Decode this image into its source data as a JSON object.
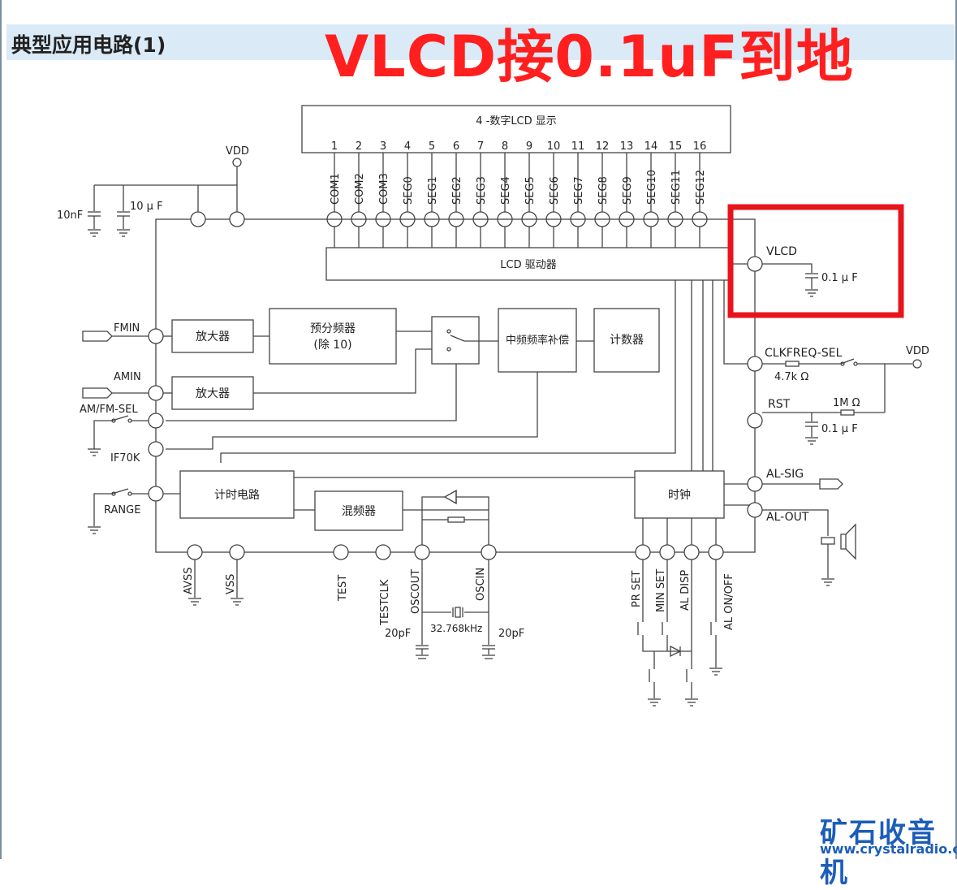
{
  "header": {
    "title": "典型应用电路(1)",
    "annotation": "VLCD接0.1uF到地"
  },
  "watermark": {
    "logo_text": "矿石收音机",
    "url": "www.crystalradio.cn"
  },
  "colors": {
    "annotation": "#ff1f1f",
    "highlight_box": "#e8141c",
    "banner": "#dbeaf7",
    "logo": "#1c5db8"
  },
  "diagram": {
    "lcd_title": "4 -数字LCD 显示",
    "lcd_pin_numbers": [
      "1",
      "2",
      "3",
      "4",
      "5",
      "6",
      "7",
      "8",
      "9",
      "10",
      "11",
      "12",
      "13",
      "14",
      "15",
      "16"
    ],
    "lcd_signals": [
      "COM1",
      "COM2",
      "COM3",
      "SEG0",
      "SEG1",
      "SEG2",
      "SEG3",
      "SEG4",
      "SEG5",
      "SEG6",
      "SEG7",
      "SEG8",
      "SEG9",
      "SEG10",
      "SEG11",
      "SEG12"
    ],
    "blocks": {
      "lcd_driver": "LCD 驱动器",
      "amp_fm": "放大器",
      "amp_am": "放大器",
      "prescaler_line1": "预分频器",
      "prescaler_line2": "(除 10)",
      "if_comp": "中频频率补偿",
      "counter": "计数器",
      "timer": "计时电路",
      "mixer": "混频器",
      "clock": "时钟"
    },
    "left_pins": {
      "vdd": "VDD",
      "cap_10nf": "10nF",
      "cap_10uf": "10 μ F",
      "fmin": "FMIN",
      "amin": "AMIN",
      "amfm_sel": "AM/FM-SEL",
      "if70k": "IF70K",
      "range": "RANGE"
    },
    "right_pins": {
      "vlcd": "VLCD",
      "vlcd_cap": "0.1 μ F",
      "clkfreq_sel": "CLKFREQ-SEL",
      "res_4k7": "4.7k Ω",
      "vdd": "VDD",
      "rst": "RST",
      "res_1m": "1M Ω",
      "rst_cap": "0.1 μ F",
      "al_sig": "AL-SIG",
      "al_out": "AL-OUT"
    },
    "bottom_pins": {
      "avss": "AVSS",
      "vss": "VSS",
      "test": "TEST",
      "testclk": "TESTCLK",
      "oscout": "OSCOUT",
      "oscin": "OSCIN",
      "cap_left": "20pF",
      "crystal": "32.768kHz",
      "cap_right": "20pF",
      "pr_set": "PR SET",
      "min_set": "MIN SET",
      "al_disp": "AL DISP",
      "al_onoff": "AL ON/OFF"
    }
  }
}
